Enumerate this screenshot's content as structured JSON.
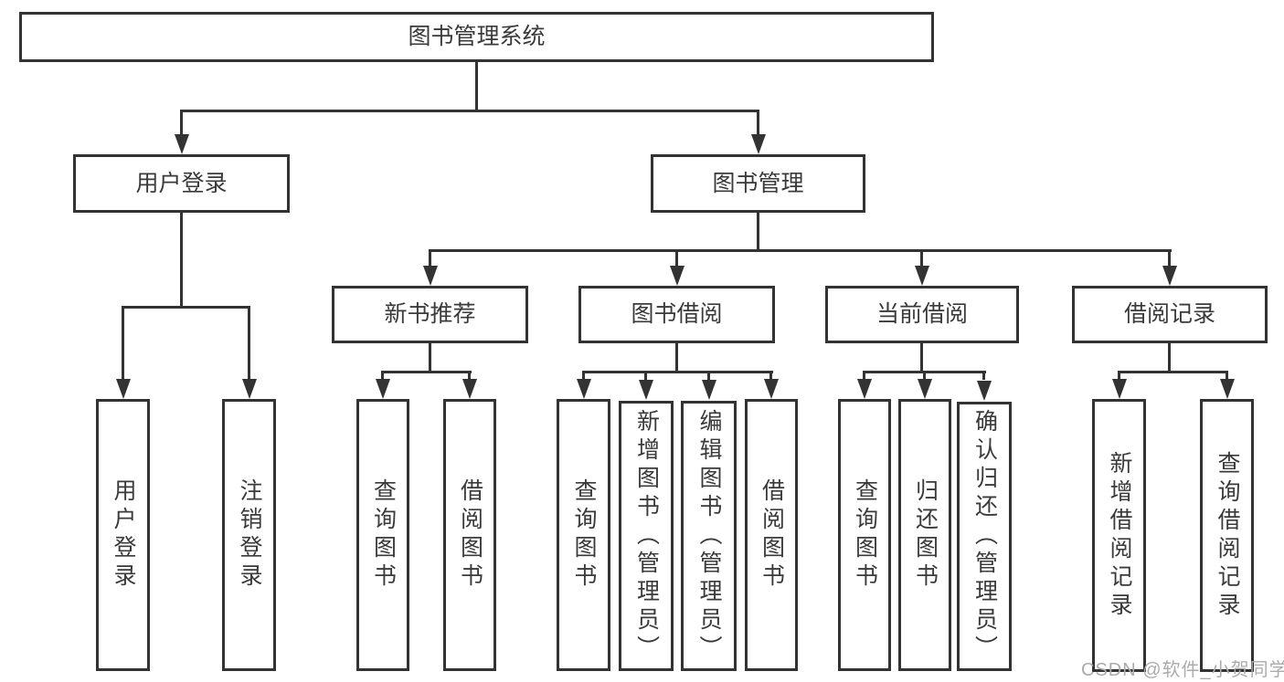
{
  "colors": {
    "line": "#333333",
    "box_border": "#333333",
    "box_fill": "#ffffff",
    "text": "#3a3a3a",
    "watermark": "#ababab"
  },
  "tree": {
    "root": "图书管理系统",
    "children": [
      {
        "label": "用户登录",
        "children": [
          "用户登录",
          "注销登录"
        ]
      },
      {
        "label": "图书管理",
        "children": [
          {
            "label": "新书推荐",
            "children": [
              "查询图书",
              "借阅图书"
            ]
          },
          {
            "label": "图书借阅",
            "children": [
              "查询图书",
              "新增图书（管理员）",
              "编辑图书（管理员）",
              "借阅图书"
            ]
          },
          {
            "label": "当前借阅",
            "children": [
              "查询图书",
              "归还图书",
              "确认归还（管理员）"
            ]
          },
          {
            "label": "借阅记录",
            "children": [
              "新增借阅记录",
              "查询借阅记录"
            ]
          }
        ]
      }
    ]
  },
  "watermark": {
    "text": "CSDN @软件_小贺同学"
  }
}
